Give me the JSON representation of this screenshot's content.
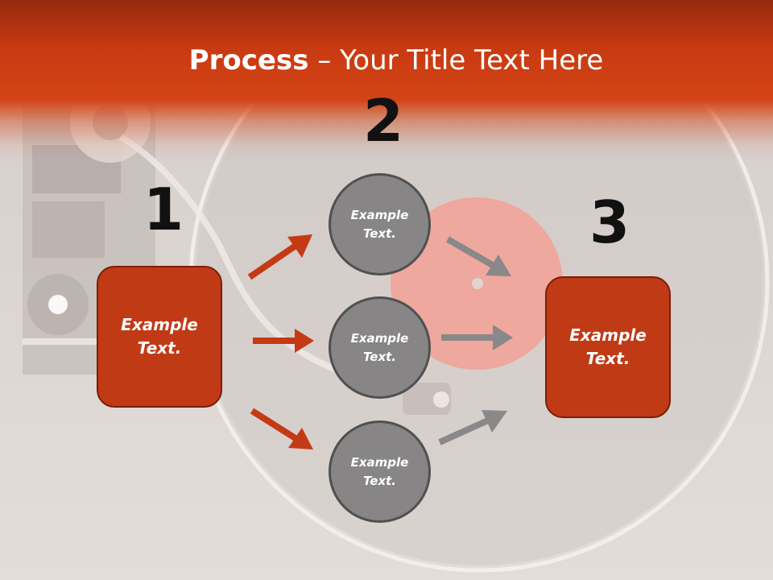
{
  "title": {
    "bold": "Process",
    "dash": " – ",
    "rest": "Your Title Text Here"
  },
  "steps": [
    {
      "number": "1",
      "text": "Example Text."
    },
    {
      "number": "2",
      "text": "Example Text."
    },
    {
      "number": "3",
      "text": "Example Text."
    }
  ],
  "circles": [
    {
      "text": "Example Text."
    },
    {
      "text": "Example Text."
    },
    {
      "text": "Example Text."
    }
  ],
  "colors": {
    "accent": "#c03a16",
    "header": "#d44415",
    "circle_fill": "#878585",
    "gray_arrow": "#8a8888"
  }
}
